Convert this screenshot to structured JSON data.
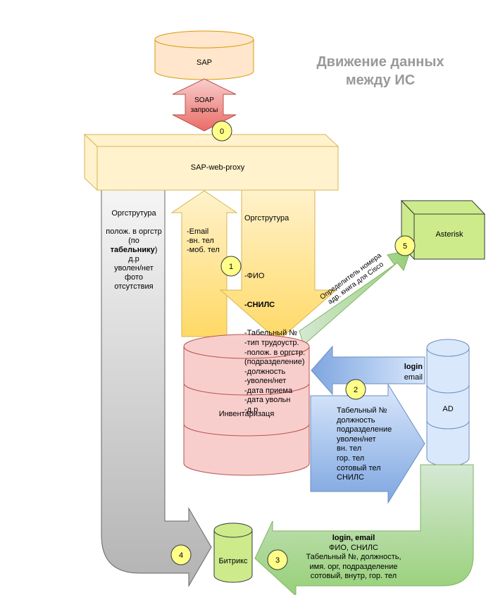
{
  "title": "Движение данных\nмежду ИС",
  "nodes": {
    "sap": "SAP",
    "soap": "SOAP\nзапросы",
    "proxy": "SAP-web-proxy",
    "asterisk": "Asterisk",
    "inventory": "Инвентаризаця",
    "ad": "AD",
    "bitrix": "Битрикс"
  },
  "badges": [
    "0",
    "1",
    "2",
    "3",
    "4",
    "5"
  ],
  "flows": {
    "orgstructure_left": {
      "line1": "Оргструтура",
      "line2": "полож. в оргстр",
      "line3_pre": "(по ",
      "line3_bold": "табельнику",
      "line3_post": ")",
      "line4": "д.р\nуволен/нет\nфото\nотсутствия"
    },
    "contacts_up": "-Email\n-вн. тел\n-моб. тел",
    "orgstructure_down": {
      "head": "Оргструтура",
      "item1": "-ФИО",
      "item2": "-СНИЛС",
      "rest": "-Табельный №\n-тип трудоустр.\n-полож. в оргстр.\n(подразделение)\n-должность\n-уволен/нет\n-дата приема\n-дата увольн\n-д.р"
    },
    "asterisk_arrow": "Определитель номера\nадр. книга для Cisco",
    "ad_to_inv": {
      "bold": "login",
      "normal": "email"
    },
    "inv_to_ad": "Табельный №\nдолжность\nподразделение\nуволен/нет\nвн. тел\nгор. тел\nсотовый тел\nСНИЛС",
    "ad_to_bitrix": {
      "bold": "login, email",
      "normal": "ФИО, СНИЛС\nТабельный №, должность,\nимя. орг, подразделение\nсотовый, внутр, гор. тел"
    }
  },
  "colors": {
    "sap_fill": "#ffe6cc",
    "sap_stroke": "#d79b00",
    "proxy_fill": "#fff2cc",
    "proxy_stroke": "#d6b656",
    "red_fill": "#f8cecc",
    "red_stroke": "#b85450",
    "green_fill": "#d5e8d4",
    "green_stroke": "#82b366",
    "blue_fill": "#dae8fc",
    "blue_stroke": "#6c8ebf",
    "badge_fill": "#ffff88",
    "badge_stroke": "#36393d",
    "title": "#999999"
  }
}
